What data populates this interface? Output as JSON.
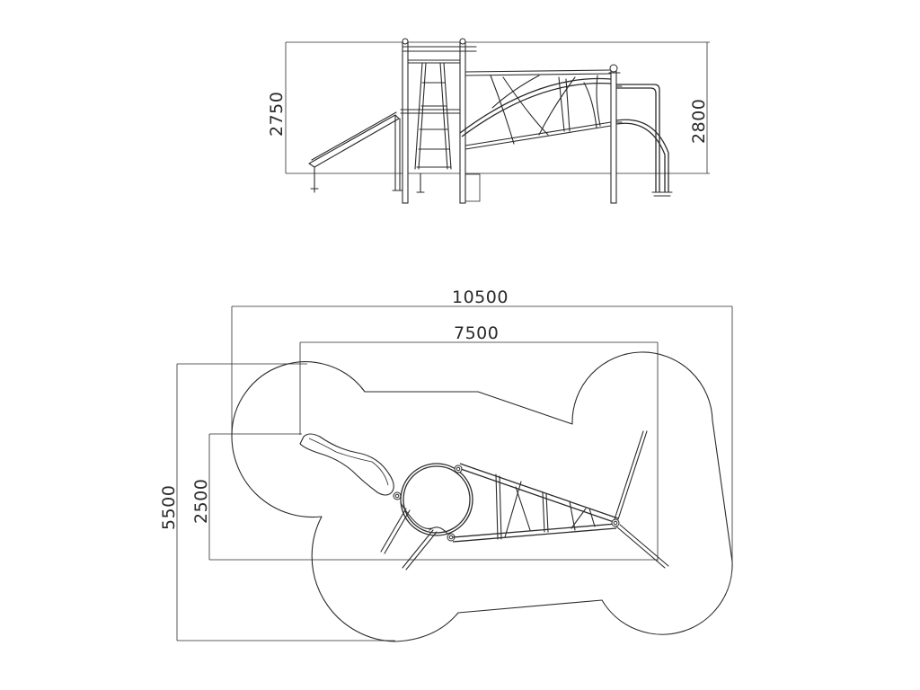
{
  "drawing": {
    "elevation_view": {
      "dimensions": {
        "left_height": "2750",
        "right_height": "2800"
      }
    },
    "plan_view": {
      "dimensions": {
        "overall_length": "10500",
        "equipment_length": "7500",
        "overall_width": "5500",
        "equipment_width": "2500"
      }
    }
  }
}
